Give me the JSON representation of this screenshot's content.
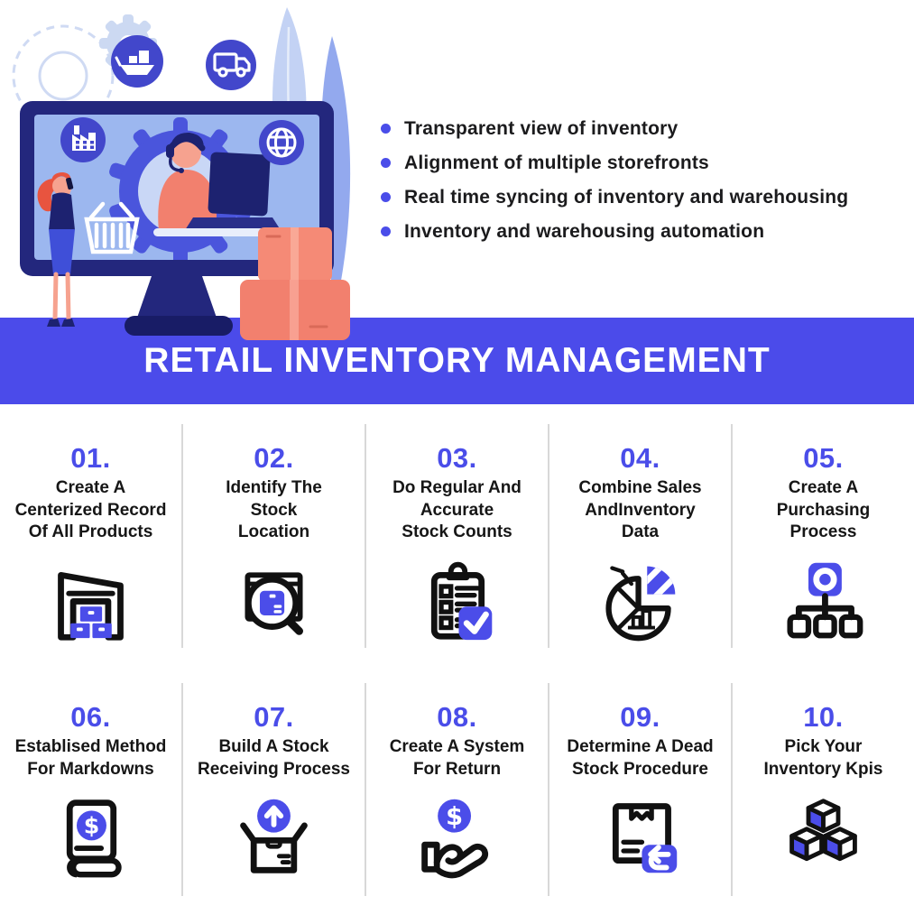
{
  "banner": {
    "title": "RETAIL INVENTORY MANAGEMENT",
    "bg_color": "#4b4bea",
    "text_color": "#ffffff"
  },
  "features": {
    "bullet_color": "#4a4de9",
    "items": [
      "Transparent view of inventory",
      "Alignment of multiple storefronts",
      "Real time syncing of inventory and warehousing",
      "Inventory and warehousing automation"
    ]
  },
  "steps": [
    {
      "number": "01.",
      "title": "Create A\nCenterized Record\nOf All Products",
      "icon": "warehouse-boxes-icon"
    },
    {
      "number": "02.",
      "title": "Identify The\nStock\nLocation",
      "icon": "search-stock-icon"
    },
    {
      "number": "03.",
      "title": "Do Regular And\nAccurate\nStock Counts",
      "icon": "checklist-check-icon"
    },
    {
      "number": "04.",
      "title": "Combine  Sales\nAndInventory\nData",
      "icon": "pie-chart-icon"
    },
    {
      "number": "05.",
      "title": "Create A\nPurchasing\nProcess",
      "icon": "hierarchy-icon"
    },
    {
      "number": "06.",
      "title": "Establised Method\nFor Markdowns",
      "icon": "price-book-icon"
    },
    {
      "number": "07.",
      "title": "Build A Stock\nReceiving Process",
      "icon": "receive-box-icon"
    },
    {
      "number": "08.",
      "title": "Create A System\nFor Return",
      "icon": "hand-coin-icon"
    },
    {
      "number": "09.",
      "title": "Determine A Dead\nStock Procedure",
      "icon": "return-box-icon"
    },
    {
      "number": "10.",
      "title": "Pick Your\nInventory Kpis",
      "icon": "stock-cubes-icon"
    }
  ],
  "illustration": {
    "description": "Support agent with headset at laptop shown inside a desktop monitor, woman talking on phone, gears, leaves and stacked packages",
    "badge_icons": [
      "cargo-ship-icon",
      "delivery-truck-icon",
      "factory-icon",
      "globe-icon"
    ],
    "elements": [
      "gear-icon",
      "shopping-basket-icon",
      "package-boxes",
      "leaf-decoration",
      "woman-on-phone",
      "monitor"
    ]
  },
  "colors": {
    "accent_blue": "#4a4de9",
    "badge_blue": "#4247cb",
    "navy": "#23277d",
    "screen_blue": "#9cb7ef",
    "coral": "#f2806e",
    "text_dark": "#161616",
    "divider": "#d8d8d8"
  }
}
